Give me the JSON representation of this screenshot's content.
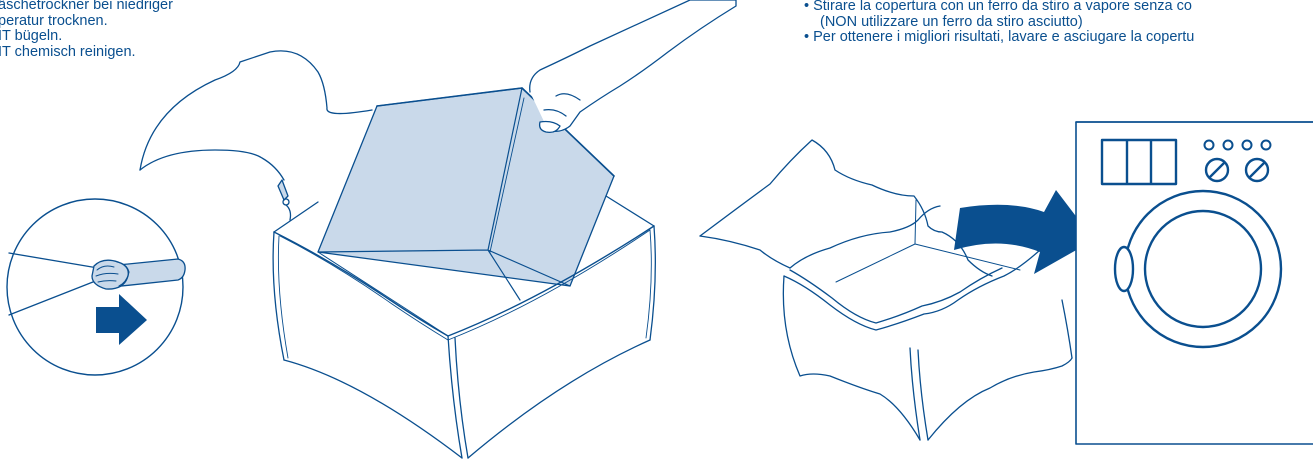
{
  "german_instructions": {
    "lines": [
      "äschetrockner bei niedriger",
      "peratur trocknen.",
      "IT bügeln.",
      "IT chemisch reinigen."
    ]
  },
  "italian_instructions": {
    "bullet_1": "• Stirare la copertura con un ferro da stiro a vapore senza co",
    "bullet_1_cont": "(NON utilizzare un ferro da stiro asciutto)",
    "bullet_2": "• Per ottenere i migliori risultati, lavare e asciugare la copertu"
  },
  "colors": {
    "line": "#0a4f8f",
    "fill": "#c9d9ea",
    "arrow": "#0a4f8f"
  }
}
